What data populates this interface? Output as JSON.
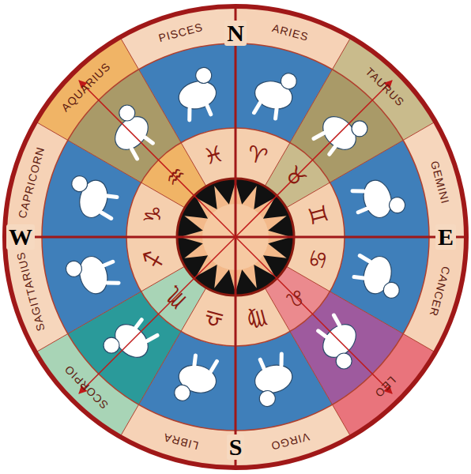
{
  "diagram": {
    "labels": [
      "N",
      "S",
      "W",
      "E",
      "PISCES",
      "ARIES",
      "TAURUS",
      "GEMINI",
      "CANCER",
      "LEO",
      "VIRGO",
      "LIBRA",
      "SCORPIO",
      "SAGITTARIUS",
      "CAPRICORN",
      "AQUARIUS",
      "♓",
      "♈",
      "♉",
      "♊",
      "♋",
      "♌",
      "♍",
      "♎",
      "♏",
      "♐",
      "♑",
      "♒"
    ]
  }
}
